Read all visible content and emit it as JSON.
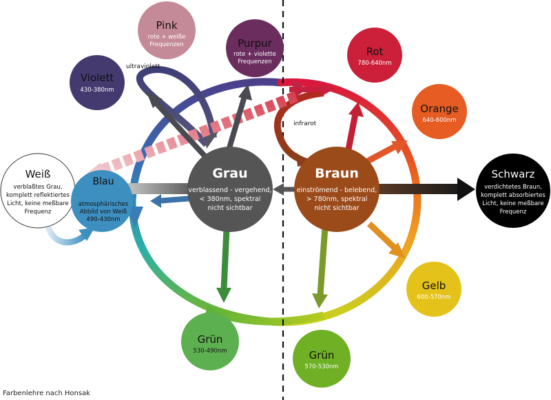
{
  "caption": "Farbenlehre nach Honsak",
  "labels": {
    "ultraviolet": "ultraviolett",
    "infrared": "infrarot"
  },
  "hubs": {
    "grau": {
      "title": "Grau",
      "line1": "verblassend - vergehend,",
      "line2": "< 380nm, spektral",
      "line3": "nicht sichtbar",
      "color": "#555555"
    },
    "braun": {
      "title": "Braun",
      "line1": "einströmend - belebend,",
      "line2": "> 780nm, spektral",
      "line3": "nicht sichtbar",
      "color": "#9b4a1a"
    }
  },
  "nodes": {
    "weiss": {
      "title": "Weiß",
      "line1": "verblaßtes Grau,",
      "line2": "komplett reflektiertes",
      "line3": "Licht, keine meßbare",
      "line4": "Frequenz",
      "color": "#ffffff"
    },
    "schwarz": {
      "title": "Schwarz",
      "line1": "verdichtetes Braun,",
      "line2": "komplett absorbiertes",
      "line3": "Licht,  keine meßbare",
      "line4": "Frequenz",
      "color": "#000000"
    },
    "blau": {
      "title": "Blau",
      "line1": "atmosphärisches",
      "line2": "Abbild von Weiß",
      "line3": "490-430nm",
      "color": "#3d8fc0"
    },
    "violett": {
      "title": "Violett",
      "line1": "430-380nm",
      "color": "#443a70"
    },
    "pink": {
      "title": "Pink",
      "line1": "rote + weiße",
      "line2": "Frequenzen",
      "color": "#c58a97"
    },
    "purpur": {
      "title": "Purpur",
      "line1": "rote + violette",
      "line2": "Frequenzen",
      "color": "#6a2d5e"
    },
    "rot": {
      "title": "Rot",
      "line1": "780-640nm",
      "color": "#cc1f3a"
    },
    "orange": {
      "title": "Orange",
      "line1": "640-600nm",
      "color": "#e65c22"
    },
    "gelb": {
      "title": "Gelb",
      "line1": "600-570nm",
      "color": "#e5c21a"
    },
    "gruen_left": {
      "title": "Grün",
      "line1": "530-490nm",
      "color": "#5db04f"
    },
    "gruen_right": {
      "title": "Grün",
      "line1": "570-530nm",
      "color": "#6fb024"
    }
  }
}
